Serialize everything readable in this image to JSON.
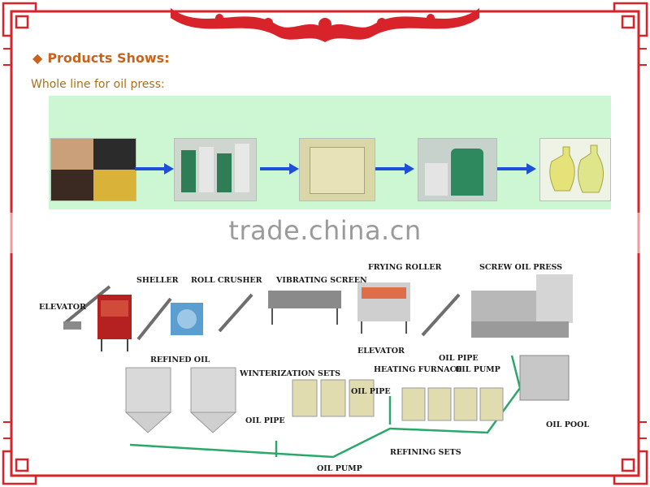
{
  "header": {
    "title": "Products Shows:",
    "subtitle": "Whole line for oil press:"
  },
  "watermark": "trade.china.cn",
  "diagram": {
    "labels": {
      "sheller": "SHELLER",
      "roll_crusher": "ROLL CRUSHER",
      "vibrating_screen": "VIBRATING SCREEN",
      "frying_roller": "FRYING ROLLER",
      "screw_oil_press": "SCREW OIL PRESS",
      "elevator_left": "ELEVATOR",
      "elevator_mid": "ELEVATOR",
      "refined_oil": "REFINED OIL",
      "winterization_sets": "WINTERIZATION SETS",
      "heating_furnace": "HEATING FURNACE",
      "oil_pipe_top": "OIL PIPE",
      "oil_pump_top": "OIL PUMP",
      "oil_pipe_mid": "OIL PIPE",
      "oil_pipe_left": "OIL PIPE",
      "oil_pool": "OIL POOL",
      "refining_sets": "REFINING SETS",
      "oil_pump_bottom": "OIL PUMP"
    }
  },
  "colors": {
    "heading": "#c8641e",
    "subheading": "#a8701c",
    "strip": "#cdf7d2",
    "arrow": "#1f4fd6",
    "frame_red": "#d8232a",
    "pipe": "#2aa86a"
  },
  "icons": [
    "diamond-bullet-icon",
    "flow-arrow-icon",
    "chinese-ornament-border"
  ]
}
